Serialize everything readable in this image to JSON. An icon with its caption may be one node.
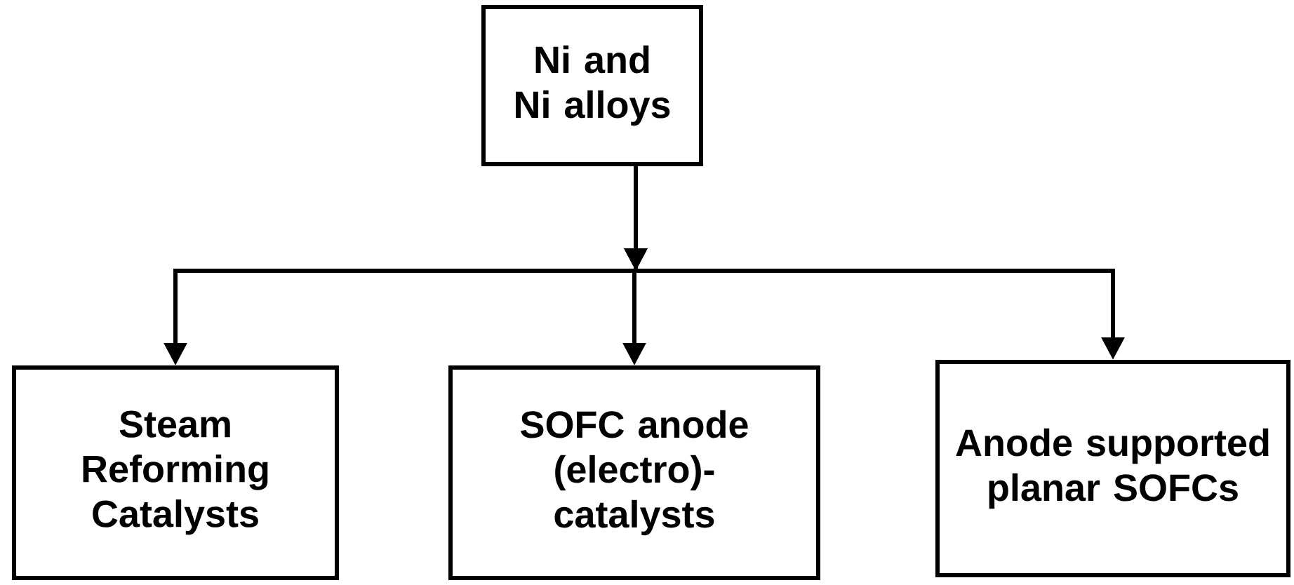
{
  "diagram": {
    "nodes": [
      {
        "text": [
          "Ni and Ni alloys"
        ]
      },
      {
        "text": [
          "Steam Reforming Catalysts"
        ]
      },
      {
        "text": [
          "SOFC anode (electro)- catalysts"
        ]
      },
      {
        "text": [
          "Anode supported planar SOFCs"
        ]
      }
    ],
    "edges": [
      {
        "from": 0,
        "to": 1,
        "arrow": "to"
      },
      {
        "from": 0,
        "to": 2,
        "arrow": "to"
      },
      {
        "from": 0,
        "to": 3,
        "arrow": "to"
      }
    ]
  }
}
